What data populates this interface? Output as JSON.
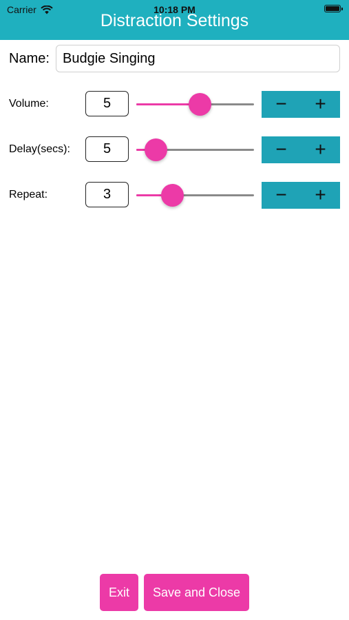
{
  "status": {
    "carrier": "Carrier",
    "time": "10:18 PM"
  },
  "header": {
    "title": "Distraction Settings",
    "bg_color": "#1fb0bf"
  },
  "name": {
    "label": "Name:",
    "value": "Budgie Singing"
  },
  "settings": [
    {
      "label": "Volume:",
      "value": "5",
      "slider_fraction": 0.5
    },
    {
      "label": "Delay(secs):",
      "value": "5",
      "slider_fraction": 0.13
    },
    {
      "label": "Repeat:",
      "value": "3",
      "slider_fraction": 0.27
    }
  ],
  "stepper": {
    "minus": "−",
    "plus": "+",
    "color": "#1fa3b6"
  },
  "buttons": {
    "exit": "Exit",
    "save_close": "Save and Close",
    "color": "#ec3aa7"
  },
  "accent_color": "#ec3aa7",
  "icons": {
    "wifi": "wifi-icon",
    "battery": "battery-icon"
  }
}
